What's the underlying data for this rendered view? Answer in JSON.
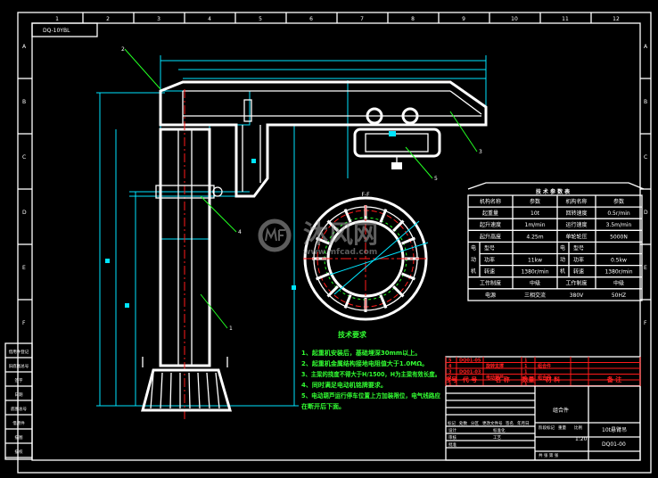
{
  "drawing": {
    "code_box": "DQ-10YBL",
    "column_labels": [
      "1",
      "2",
      "3",
      "4",
      "5",
      "6",
      "7",
      "8",
      "9",
      "10",
      "11",
      "12"
    ],
    "row_labels": [
      "A",
      "B",
      "C",
      "D",
      "E",
      "F"
    ],
    "section_label": "F-F",
    "part_callouts": [
      "1",
      "2",
      "3",
      "4",
      "5"
    ]
  },
  "params_table": {
    "title": "技 术 参 数 表",
    "rows": [
      [
        "机构名称",
        "参数",
        "机构名称",
        "参数"
      ],
      [
        "起重量",
        "10t",
        "回转速度",
        "0.5r/min"
      ],
      [
        "起升速度",
        "1m/min",
        "运行速度",
        "3.5m/min"
      ],
      [
        "起升高度",
        "4.25m",
        "单轮轮压",
        "5000N"
      ],
      [
        "型号",
        "",
        "型号",
        ""
      ],
      [
        "功率",
        "11kw",
        "功率",
        "0.5kw"
      ],
      [
        "转速",
        "1380r/min",
        "转速",
        "1380r/min"
      ],
      [
        "工作制度",
        "中级",
        "工作制度",
        "中级"
      ],
      [
        "电源",
        "三相交流",
        "380V",
        "50HZ"
      ]
    ],
    "motor_labels": [
      "电",
      "动",
      "机",
      "电",
      "动",
      "机"
    ]
  },
  "tech_requirements": {
    "title": "技术要求",
    "items": [
      "1、起重机安装后，基础埋深30mm以上。",
      "2、起重机金属结构接地电阻值大于1.0MΩ。",
      "3、主梁的挠度不得大于H/1500，H为主梁有效长度。",
      "4、同时满足电动机铭牌要求。",
      "5、电动葫芦运行停车位置上方加装限位，电气线路应",
      "在断开后下面。"
    ]
  },
  "title_block": {
    "bom_header": [
      "序号",
      "代 号",
      "名 称",
      "数量",
      "材 料",
      "",
      "备 注"
    ],
    "bom_rows": [
      [
        "5",
        "DQ01-05",
        "",
        "1",
        ""
      ],
      [
        "4",
        "",
        "旋转支撑",
        "1",
        "组合件"
      ],
      [
        "3",
        "DQ01-03",
        "",
        "1",
        ""
      ],
      [
        "2",
        "",
        "电动葫芦",
        "1",
        "组合件"
      ],
      [
        "1",
        "",
        "",
        "1",
        ""
      ]
    ],
    "material": "组合件",
    "product_name": "10t悬臂吊",
    "drawing_no": "DQ01-00",
    "scale": "1:20",
    "labels": [
      "标记",
      "处数",
      "分区",
      "更改文件号",
      "签名",
      "年月日",
      "设计",
      "标准化",
      "审核",
      "工艺",
      "批准",
      "阶段标记",
      "重量",
      "比例",
      "共 张 第 张"
    ]
  },
  "left_strip": [
    "借用件登记",
    "旧底图总号",
    "签字",
    "日期",
    "底图总号",
    "借用件",
    "描图",
    "描校"
  ],
  "watermark": {
    "brand": "沐风网",
    "url": "www.mfcad.com"
  }
}
